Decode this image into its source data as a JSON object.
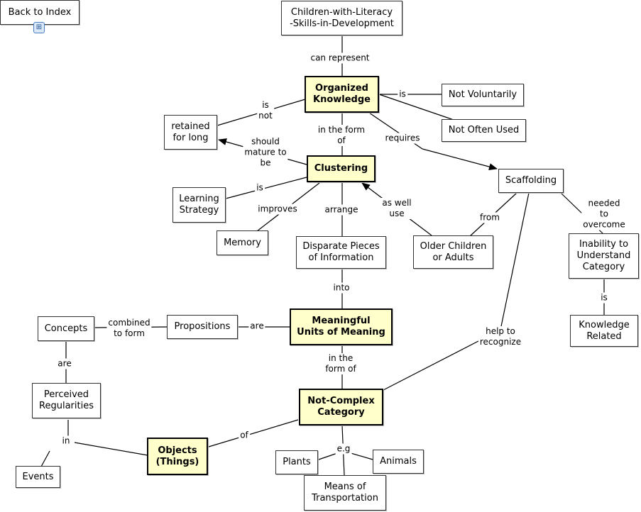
{
  "back_link": "Back to Index",
  "index_icon": "concept-map-icon",
  "nodes": {
    "children": "Children-with-Literacy\n-Skills-in-Development",
    "organized": "Organized\nKnowledge",
    "not_voluntarily": "Not Voluntarily",
    "not_often_used": "Not Often Used",
    "retained": "retained\nfor long",
    "clustering": "Clustering",
    "scaffolding": "Scaffolding",
    "learning_strategy": "Learning\nStrategy",
    "memory": "Memory",
    "disparate": "Disparate Pieces\nof Information",
    "older": "Older Children\nor Adults",
    "inability": "Inability to\nUnderstand\nCategory",
    "concepts": "Concepts",
    "propositions": "Propositions",
    "meaningful": "Meaningful\nUnits of Meaning",
    "knowledge_related": "Knowledge\nRelated",
    "perceived": "Perceived\nRegularities",
    "not_complex": "Not-Complex\nCategory",
    "objects": "Objects\n(Things)",
    "plants": "Plants",
    "animals": "Animals",
    "events": "Events",
    "transport": "Means of\nTransportation"
  },
  "links": {
    "can_represent": "can represent",
    "is_not": "is\nnot",
    "is1": "is",
    "in_the_form_of1": "in the form\nof",
    "requires": "requires",
    "should_mature": "should\nmature to\nbe",
    "is2": "is",
    "improves": "improves",
    "arrange": "arrange",
    "as_well_use": "as well\nuse",
    "from": "from",
    "needed_to_overcome": "needed to\novercome",
    "into": "into",
    "is3": "is",
    "combined": "combined\nto  form",
    "are1": "are",
    "help_to_recognize": "help to\nrecognize",
    "in_the_form_of2": "in the\nform of",
    "are2": "are",
    "of": "of",
    "in": "in",
    "eg": "e.g"
  }
}
